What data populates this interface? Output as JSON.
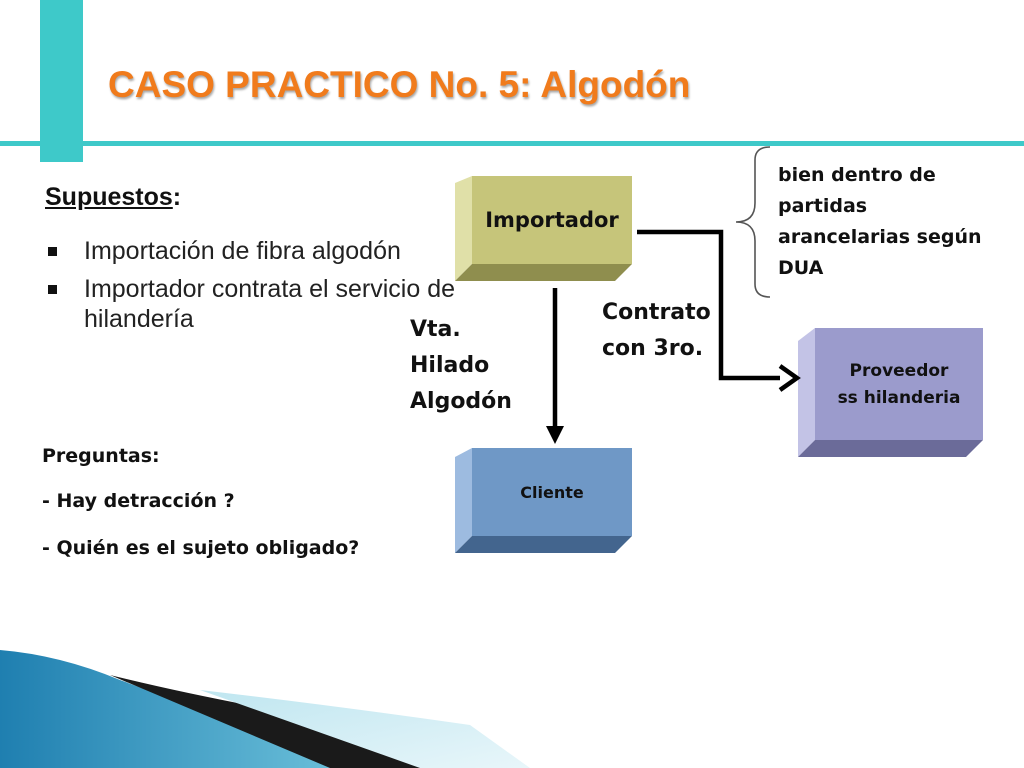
{
  "slide": {
    "title": "CASO PRACTICO No. 5: Algodón",
    "supuestos_label": "Supuestos",
    "supuestos_colon": ":",
    "bullets": [
      "Importación de fibra algodón",
      "Importador contrata el servicio de hilandería"
    ],
    "preguntas": {
      "heading": "Preguntas:",
      "items": [
        "- Hay detracción ?",
        "- Quién es el sujeto obligado?"
      ]
    }
  },
  "diagram": {
    "nodes": {
      "importador": "Importador",
      "cliente": "Cliente",
      "proveedor_line1": "Proveedor",
      "proveedor_line2": "ss hilanderia"
    },
    "edge_labels": {
      "vta": [
        "Vta.",
        "Hilado",
        "Algodón"
      ],
      "contrato": [
        "Contrato",
        "con 3ro."
      ]
    },
    "note_lines": [
      "bien dentro de",
      "partidas",
      "arancelarias según",
      "DUA"
    ],
    "colors": {
      "accent": "#3ec9c9",
      "title": "#f07b1c",
      "importador": "#c6c57a",
      "cliente": "#6f98c6",
      "proveedor": "#9b9bcc"
    }
  }
}
